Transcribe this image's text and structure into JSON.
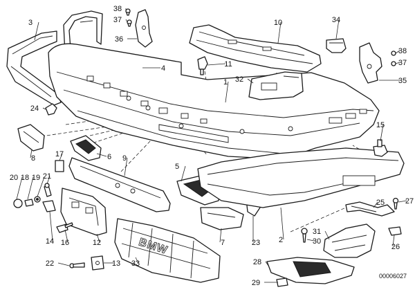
{
  "diagram": {
    "catalog_number": "00006027",
    "badge_text": "BMW",
    "callouts": {
      "1": "1",
      "2": "2",
      "3": "3",
      "4": "4",
      "5": "5",
      "6": "6",
      "7": "7",
      "8": "8",
      "9": "9",
      "10": "10",
      "11": "11",
      "12": "12",
      "13": "13",
      "14": "14",
      "15": "15",
      "16": "16",
      "17": "17",
      "18": "18",
      "19": "19",
      "20": "20",
      "21": "21",
      "22": "22",
      "23": "23",
      "24": "24",
      "25": "25",
      "26": "26",
      "27": "27",
      "28": "28",
      "29": "29",
      "30": "30",
      "31": "31",
      "32": "32",
      "33": "33",
      "34": "34",
      "35": "35",
      "36": "36",
      "37": "37",
      "38": "38"
    }
  }
}
